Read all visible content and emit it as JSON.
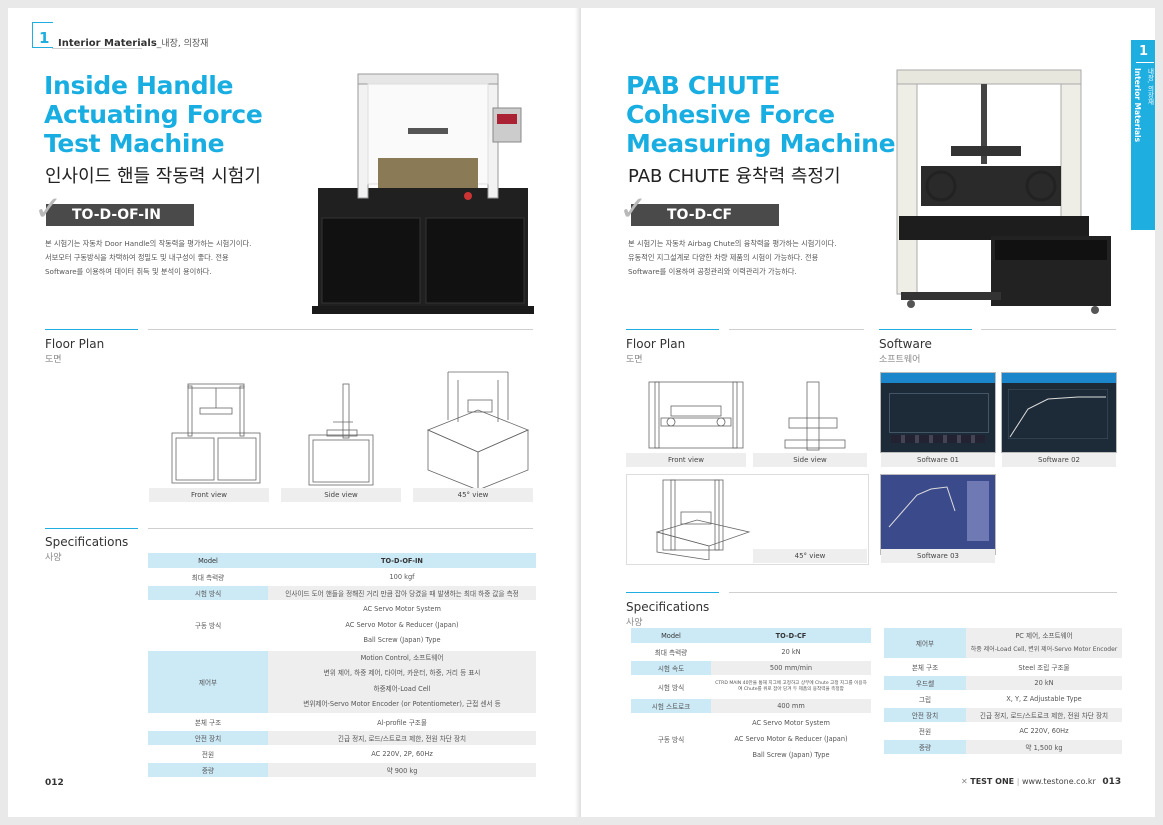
{
  "left": {
    "chapter_number": "1",
    "chapter_label": "Interior Materials",
    "chapter_label_kr": "_내장, 의장재",
    "title_line1": "Inside Handle",
    "title_line2": "Actuating Force",
    "title_line3": "Test Machine",
    "title_kr": "인사이드 핸들 작동력 시험기",
    "model_code": "TO-D-OF-IN",
    "desc1": "본 시험기는 자동차 Door Handle의 작동력을 평가하는 시험기이다.",
    "desc2": "서보모터 구동방식을 차택하여 정밀도 및 내구성이 좋다. 전용",
    "desc3": "Software를 이용하여 데이터 취득 및 분석이 용이하다.",
    "floor_plan": "Floor Plan",
    "floor_plan_kr": "도면",
    "views": [
      "Front view",
      "Side view",
      "45° view"
    ],
    "specifications": "Specifications",
    "specifications_kr": "사양",
    "spec_rows": [
      {
        "k": "Model",
        "v": "TO-D-OF-IN"
      },
      {
        "k": "최대 측력량",
        "v": "100 kgf"
      },
      {
        "k": "시험 방식",
        "v": "인사이드 도어 핸들을 정해진 거리 만큼 잡아 당겼을 때 발생하는 최대 하중 값을 측정"
      },
      {
        "k": "구동 방식",
        "v": [
          "AC Servo Motor System",
          "AC Servo Motor & Reducer (Japan)",
          "Ball Screw (Japan) Type"
        ]
      },
      {
        "k": "제어부",
        "v": [
          "Motion Control, 소프트웨어",
          "변위 제어, 하중 제어, 타이머, 카운터, 하중, 거리 등 표시",
          "하중제어-Load Cell",
          "변위제어-Servo Motor Encoder (or Potentiometer), 근접 센서 등"
        ]
      },
      {
        "k": "본체 구조",
        "v": "Al-profile 구조물"
      },
      {
        "k": "안전 장치",
        "v": "긴급 정지, 로드/스트로크 제한, 전원 차단 장치"
      },
      {
        "k": "전원",
        "v": "AC 220V, 2P, 60Hz"
      },
      {
        "k": "중량",
        "v": "약 900 kg"
      }
    ],
    "page_number": "012"
  },
  "right": {
    "title_line1": "PAB CHUTE",
    "title_line2": "Cohesive Force",
    "title_line3": "Measuring Machine",
    "title_kr": "PAB CHUTE 융착력 측정기",
    "model_code": "TO-D-CF",
    "desc1": "본 시험기는 자동차 Airbag Chute의 융착력을 평가하는 시험기이다.",
    "desc2": "유동적인 지그설계로 다양한 차량 제품의 시험이 가능하다. 전용",
    "desc3": "Software를 이용하여 공정관리와 이력관리가 가능하다.",
    "floor_plan": "Floor Plan",
    "floor_plan_kr": "도면",
    "views": [
      "Front view",
      "Side view",
      "45° view"
    ],
    "software": "Software",
    "software_kr": "소프트웨어",
    "software_caps": [
      "Software 01",
      "Software 02",
      "Software 03"
    ],
    "specifications": "Specifications",
    "specifications_kr": "사양",
    "spec_left": [
      {
        "k": "Model",
        "v": "TO-D-CF"
      },
      {
        "k": "최대 측력량",
        "v": "20 kN"
      },
      {
        "k": "시험 속도",
        "v": "500 mm/min"
      },
      {
        "k": "시험 방식",
        "v": "CTRD MAIN 40만을 통해 지그에 고정하고 상부에 Chute 고정 지그를 이용하여 Chute를 위로 잡아 당겨 두 제품의 융착력을 측정함"
      },
      {
        "k": "시험 스트로크",
        "v": "400 mm"
      },
      {
        "k": "구동 방식",
        "v": [
          "AC Servo Motor System",
          "AC Servo Motor & Reducer (Japan)",
          "Ball Screw (Japan) Type"
        ]
      }
    ],
    "spec_right": [
      {
        "k": "제어부",
        "v": [
          "PC 제어, 소프트웨어",
          "하중 제어-Load Cell, 변위 제어-Servo Motor Encoder"
        ]
      },
      {
        "k": "본체 구조",
        "v": "Steel 조립 구조물"
      },
      {
        "k": "우드쎌",
        "v": "20 kN"
      },
      {
        "k": "그립",
        "v": "X, Y, Z Adjustable Type"
      },
      {
        "k": "안전 장치",
        "v": "긴급 정지, 로드/스트로크 제한, 전원 차단 장치"
      },
      {
        "k": "전원",
        "v": "AC 220V, 60Hz"
      },
      {
        "k": "중량",
        "v": "약 1,500 kg"
      }
    ],
    "brand": "TEST ONE",
    "website": "www.testone.co.kr",
    "page_number": "013",
    "side_tab_number": "1",
    "side_tab_label": "Interior Materials",
    "side_tab_label_kr": "내장, 의장재"
  }
}
